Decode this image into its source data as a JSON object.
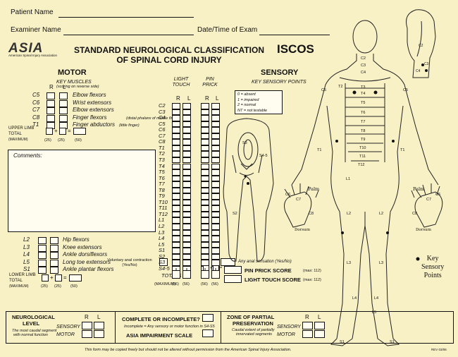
{
  "header": {
    "patient_name_label": "Patient Name",
    "examiner_name_label": "Examiner Name",
    "date_time_label": "Date/Time of Exam",
    "asia_logo_text": "ASIA",
    "asia_logo_sub": "American Spinal Injury Association",
    "iscos_logo": "ISCOS",
    "title_line1": "STANDARD NEUROLOGICAL CLASSIFICATION",
    "title_line2": "OF SPINAL CORD INJURY"
  },
  "motor": {
    "heading": "MOTOR",
    "subheading": "KEY MUSCLES",
    "subnote": "(scoring on reverse side)",
    "col_r": "R",
    "col_l": "L",
    "upper": [
      {
        "level": "C5",
        "muscle": "Elbow flexors",
        "note": ""
      },
      {
        "level": "C6",
        "muscle": "Wrist extensors",
        "note": ""
      },
      {
        "level": "C7",
        "muscle": "Elbow extensors",
        "note": ""
      },
      {
        "level": "C8",
        "muscle": "Finger flexors",
        "note": "(distal phalanx of middle finger)"
      },
      {
        "level": "T1",
        "muscle": "Finger abductors",
        "note": "(little finger)"
      }
    ],
    "upper_total_label1": "UPPER LIMB",
    "upper_total_label2": "TOTAL",
    "upper_total_label3": "(MAXIMUM)",
    "upper_max": [
      "(25)",
      "(25)",
      "(50)"
    ],
    "lower": [
      {
        "level": "L2",
        "muscle": "Hip flexors"
      },
      {
        "level": "L3",
        "muscle": "Knee extensors"
      },
      {
        "level": "L4",
        "muscle": "Ankle dorsiflexors"
      },
      {
        "level": "L5",
        "muscle": "Long toe extensors"
      },
      {
        "level": "S1",
        "muscle": "Ankle plantar flexors"
      }
    ],
    "vac_line1": "Voluntary anal contraction",
    "vac_line2": "(Yes/No)",
    "lower_total_label1": "LOWER LIMB",
    "lower_total_label2": "TOTAL",
    "lower_total_label3": "(MAXIMUM)",
    "lower_max": [
      "(25)",
      "(25)",
      "(50)"
    ]
  },
  "comments_label": "Comments:",
  "sensory": {
    "heading": "SENSORY",
    "subheading": "KEY SENSORY POINTS",
    "light_touch_1": "LIGHT",
    "light_touch_2": "TOUCH",
    "pin_prick_1": "PIN",
    "pin_prick_2": "PRICK",
    "col_r": "R",
    "col_l": "L",
    "levels": [
      "C2",
      "C3",
      "C4",
      "C5",
      "C6",
      "C7",
      "C8",
      "T1",
      "T2",
      "T3",
      "T4",
      "T5",
      "T6",
      "T7",
      "T8",
      "T9",
      "T10",
      "T11",
      "T12",
      "L1",
      "L2",
      "L3",
      "L4",
      "L5",
      "S1",
      "S2",
      "S3",
      "S4-5"
    ],
    "legend": [
      "0 = absent",
      "1 = impaired",
      "2 = normal",
      "NT = not testable"
    ],
    "anal_sensation": "Any anal sensation (Yes/No)",
    "totals_label": "TOTALS",
    "totals_max_label": "(MAXIMUM)",
    "totals_max": [
      "(56)",
      "(56)",
      "(56)",
      "(56)"
    ],
    "pin_prick_score": "PIN PRICK SCORE",
    "pin_prick_max": "(max: 112)",
    "light_touch_score": "LIGHT TOUCH SCORE",
    "light_touch_max": "(max: 112)"
  },
  "bottom": {
    "neuro_level_1": "NEUROLOGICAL",
    "neuro_level_2": "LEVEL",
    "neuro_note_1": "The most caudal segment",
    "neuro_note_2": "with normal function",
    "sensory_label": "SENSORY",
    "motor_label": "MOTOR",
    "col_r": "R",
    "col_l": "L",
    "complete_q": "COMPLETE OR INCOMPLETE?",
    "complete_note": "Incomplete = Any sensory or motor function in S4-S5",
    "impairment_scale": "ASIA IMPAIRMENT SCALE",
    "zpp_1": "ZONE OF PARTIAL",
    "zpp_2": "PRESERVATION",
    "zpp_note_1": "Caudal extent of partially",
    "zpp_note_2": "innervated segments",
    "footer": "This form may be copied freely but should not be altered without permission from the American Spinal Injury Association.",
    "rev": "REV 03/06"
  },
  "body_map": {
    "palm_left": "Palm",
    "palm_right": "Palm",
    "dorsum_left": "Dorsum",
    "dorsum_right": "Dorsum",
    "key_1": "Key",
    "key_2": "Sensory",
    "key_3": "Points",
    "labels": {
      "c2": "C2",
      "c3": "C3",
      "c4": "C4",
      "c5": "C5",
      "c6": "C6",
      "c7": "C7",
      "c8": "C8",
      "t1": "T1",
      "t2": "T2",
      "t3": "T3",
      "t4": "T4",
      "t5": "T5",
      "t6": "T6",
      "t7": "T7",
      "t8": "T8",
      "t9": "T9",
      "t10": "T10",
      "t11": "T11",
      "t12": "T12",
      "l1": "L1",
      "l2": "L2",
      "l3": "L3",
      "l4": "L4",
      "l5": "L5",
      "s1": "S1",
      "s2": "S2",
      "s3": "S3",
      "s45": "S4-5"
    }
  }
}
